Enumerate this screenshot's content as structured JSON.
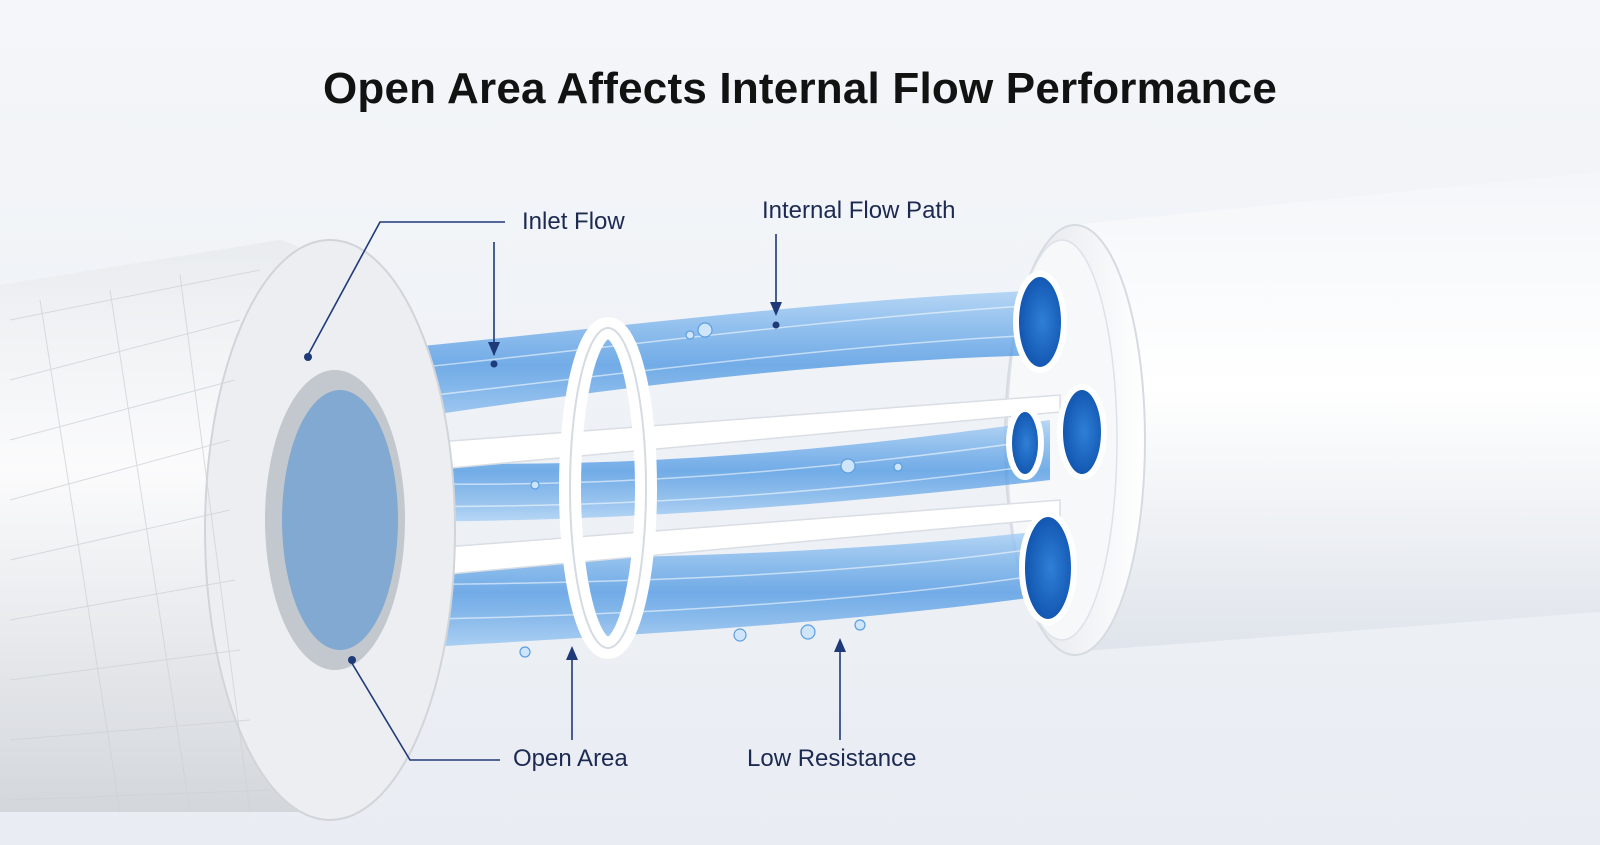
{
  "title": "Open Area Affects Internal Flow Performance",
  "labels": {
    "inlet_flow": "Inlet Flow",
    "internal_flow_path": "Internal Flow Path",
    "open_area": "Open Area",
    "low_resistance": "Low Resistance"
  },
  "colors": {
    "background": "#eef1f5",
    "title_text": "#121212",
    "label_text": "#1c2a52",
    "leader_line": "#1f3a78",
    "water": "#4a9ae6",
    "core_white": "#ffffff"
  }
}
